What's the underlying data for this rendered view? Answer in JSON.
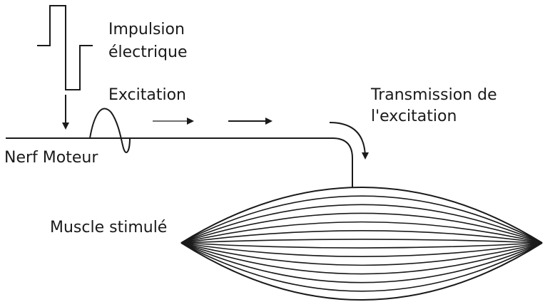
{
  "labels": {
    "impulse_line1": "Impulsion",
    "impulse_line2": "électrique",
    "excitation": "Excitation",
    "transmission_line1": "Transmission de",
    "transmission_line2": "l'excitation",
    "nerve": "Nerf Moteur",
    "muscle": "Muscle stimulé"
  },
  "colors": {
    "ink": "#1a1a1a",
    "background": "#ffffff"
  }
}
